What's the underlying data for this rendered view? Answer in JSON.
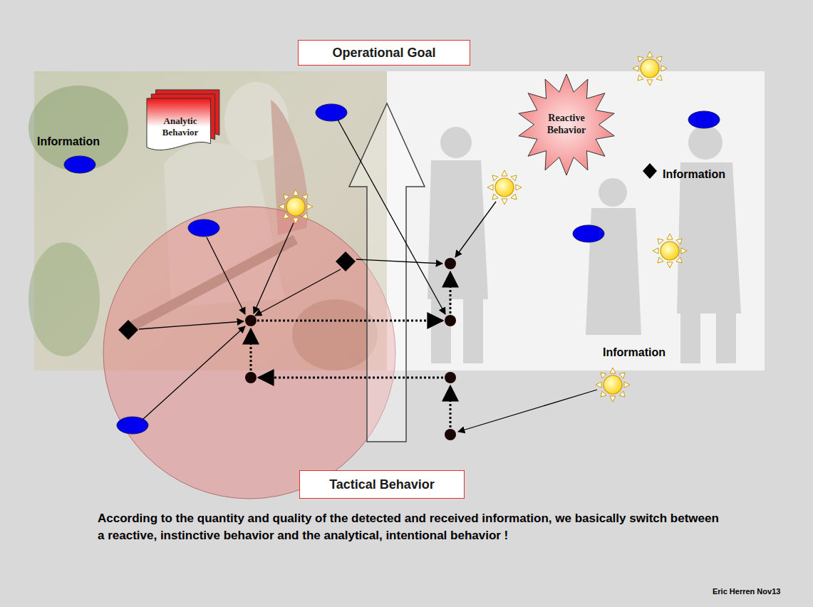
{
  "diagram": {
    "caption": "According to the quantity and quality of the detected and received information, we basically switch between a reactive, instinctive behavior and the analytical, intentional behavior !",
    "nodes": [
      {
        "text": [
          "Operational Goal"
        ]
      },
      {
        "text": [
          "Analytic Behavior"
        ]
      },
      {
        "text": [
          "Reactive Behavior"
        ]
      },
      {
        "text": [
          "Tactical Behavior"
        ]
      }
    ],
    "labels": [
      "Information",
      "Information",
      "Information",
      "Eric Herren Nov13"
    ]
  }
}
